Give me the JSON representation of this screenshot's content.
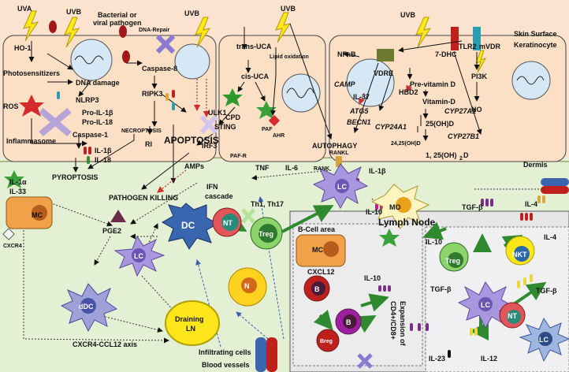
{
  "colors": {
    "epidermis": "#fbe3cf",
    "dermis": "#e3f0d4",
    "lymph_node": "#e6e6e6",
    "lymph_node_right": "#f0f0f2",
    "treg": "#3e8f3a",
    "lc": "#8b7bd0",
    "arrow_green": "#2f8a2f",
    "red": "#c0201c",
    "yellow": "#ffd21f"
  },
  "labels": {
    "uva": "UVA",
    "uvb1": "UVB",
    "uvb2": "UVB",
    "uvb3": "UVB",
    "uvb4": "UVB",
    "ho1": "HO-1",
    "bacterial1": "Bacterial or",
    "bacterial2": "viral pathogen",
    "dna_repair": "DNA-Repair",
    "photosensitizers": "Photosensitizers",
    "dna_damage": "DNA damage",
    "ros": "ROS",
    "nlrp3": "NLRP3",
    "pro_il1b": "Pro-IL-1β",
    "pro_il18": "Pro-IL-18",
    "inflammasome": "Inflammasome",
    "caspase1": "Caspase-1",
    "il1b": "IL-1β",
    "il18": "IL-18",
    "pyroptosis": "PYROPTOSIS",
    "caspase8": "Caspase-8",
    "ripk3": "RIPK3",
    "necroptosis": "NECROPTOSIS",
    "ri": "RI",
    "apoptosis": "APOPTOSIS",
    "ulk1": "ULK1",
    "amps": "AMPs",
    "pathogen_killing": "PATHOGEN KILLING",
    "trans_uca": "trans-UCA",
    "lipid_oxidation": "Lipid oxidation",
    "cis_uca": "cis-UCA",
    "paf": "PAF",
    "cpd": "CPD",
    "sting": "STING",
    "ahr": "AHR",
    "irf3": "IRF3",
    "paf_r": "PAF-R",
    "tnf": "TNF",
    "il6": "IL-6",
    "ifn1": "IFN",
    "ifn2": "cascade",
    "autophagy": "AUTOPHAGY",
    "nfkb": "NFκB",
    "vdre": "VDRE",
    "camp": "CAMP",
    "il37": "IL-37",
    "atg5": "ATG5",
    "becn1": "BECN1",
    "hbd2": "HBD2",
    "cyp24a1": "CYP24A1",
    "seven_dhc": "7-DHC",
    "previt": "Pre-vitamin D",
    "vitd": "Vitamin-D",
    "cyp27a1": "CYP27A1",
    "oh25": "25(OH)D",
    "oh24": "24,25(OH)D",
    "cyp27b1": "CYP27B1",
    "oh125": "1, 25(OH)",
    "oh125_sub": "2",
    "oh125_d": "D",
    "tlr2": "TLR2",
    "mvdr": "mVDR",
    "pi3k": "PI3K",
    "no": "NO",
    "skin_surface": "Skin Surface",
    "keratinocyte": "Keratinocyte",
    "dermis": "Dermis",
    "rankl": "RANKL",
    "rank": "RANK",
    "il1b_2": "IL-1β",
    "il10_1": "IL-10",
    "mo": "MO",
    "tgfb1": "TGF-β",
    "il4_1": "IL-4",
    "il1a": "IL-1α",
    "il33": "IL-33",
    "mc1": "MC",
    "cxcr4": "CXCR4",
    "pge2": "PGE2",
    "lc1": "LC",
    "dc": "DC",
    "nt1": "NT",
    "th1_th17": "Th1, Th17",
    "treg1": "Treg",
    "n": "N",
    "ddc": "dDC",
    "draining1": "Draining",
    "draining2": "LN",
    "axis": "CXCR4-CCL12 axis",
    "infiltrating": "Infiltrating cells",
    "blood_vessels": "Blood vessels",
    "lymph_node": "Lymph Node",
    "bcell_area": "B-Cell area",
    "mc2": "MC",
    "cxcl12": "CXCL12",
    "b1": "B",
    "b2": "B",
    "il10_2": "IL-10",
    "breg": "Breg",
    "expansion1": "Expansion of",
    "expansion2": "CD4+/CD8+",
    "il10_3": "IL-10",
    "treg2": "Treg",
    "nkt": "NKT",
    "il4_2": "IL-4",
    "tgfb2": "TGF-β",
    "tgfb3": "TGF-β",
    "lc2": "LC",
    "nt2": "NT",
    "lc3": "LC",
    "il23": "IL-23",
    "il12": "IL-12"
  }
}
